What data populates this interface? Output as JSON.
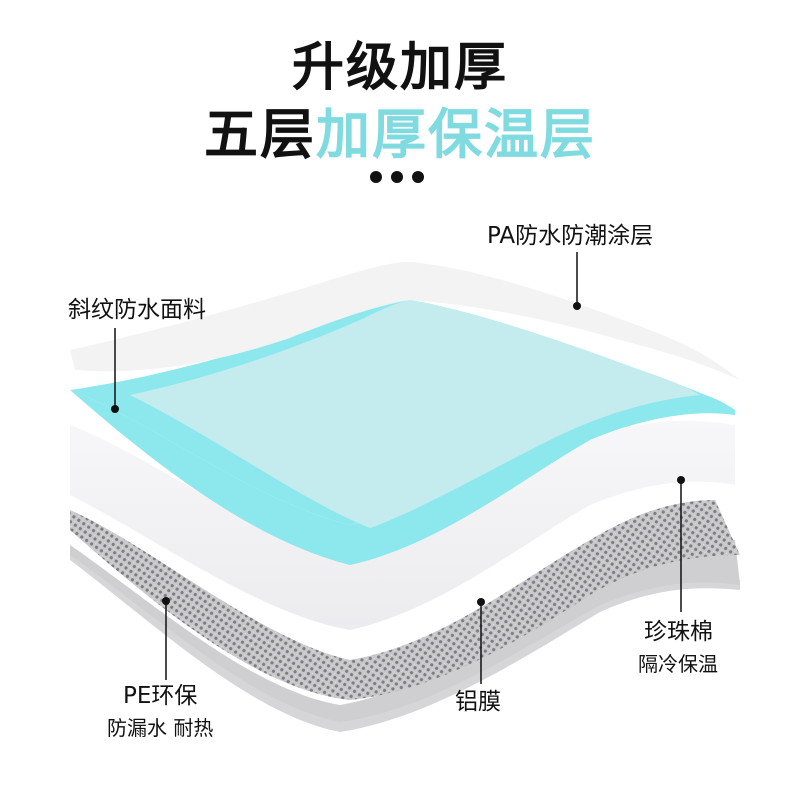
{
  "header": {
    "title_line1": "升级加厚",
    "title_line2_dark": "五层",
    "title_line2_accent": "加厚保温层",
    "accent_color": "#7fdbe0",
    "separator": "three-dots"
  },
  "layers": [
    {
      "name": "PA防水防潮涂层",
      "color": "#f2f2f3",
      "order": 1
    },
    {
      "name": "斜纹防水面料",
      "color": "#8ce8ec",
      "order": 2
    },
    {
      "name": "珍珠棉",
      "color": "#f5f5f7",
      "order": 3
    },
    {
      "name": "铝膜",
      "color": "#b9b9bd",
      "order": 4
    },
    {
      "name": "PE环保",
      "color": "#d0d0d2",
      "order": 5
    }
  ],
  "labels": {
    "pa_coating": {
      "title": "PA防水防潮涂层"
    },
    "twill_fabric": {
      "title": "斜纹防水面料"
    },
    "pearl_cotton": {
      "title": "珍珠棉",
      "subtitle": "隔冷保温"
    },
    "aluminum_film": {
      "title": "铝膜"
    },
    "pe_layer": {
      "title": "PE环保",
      "subtitle": "防漏水 耐热"
    }
  }
}
